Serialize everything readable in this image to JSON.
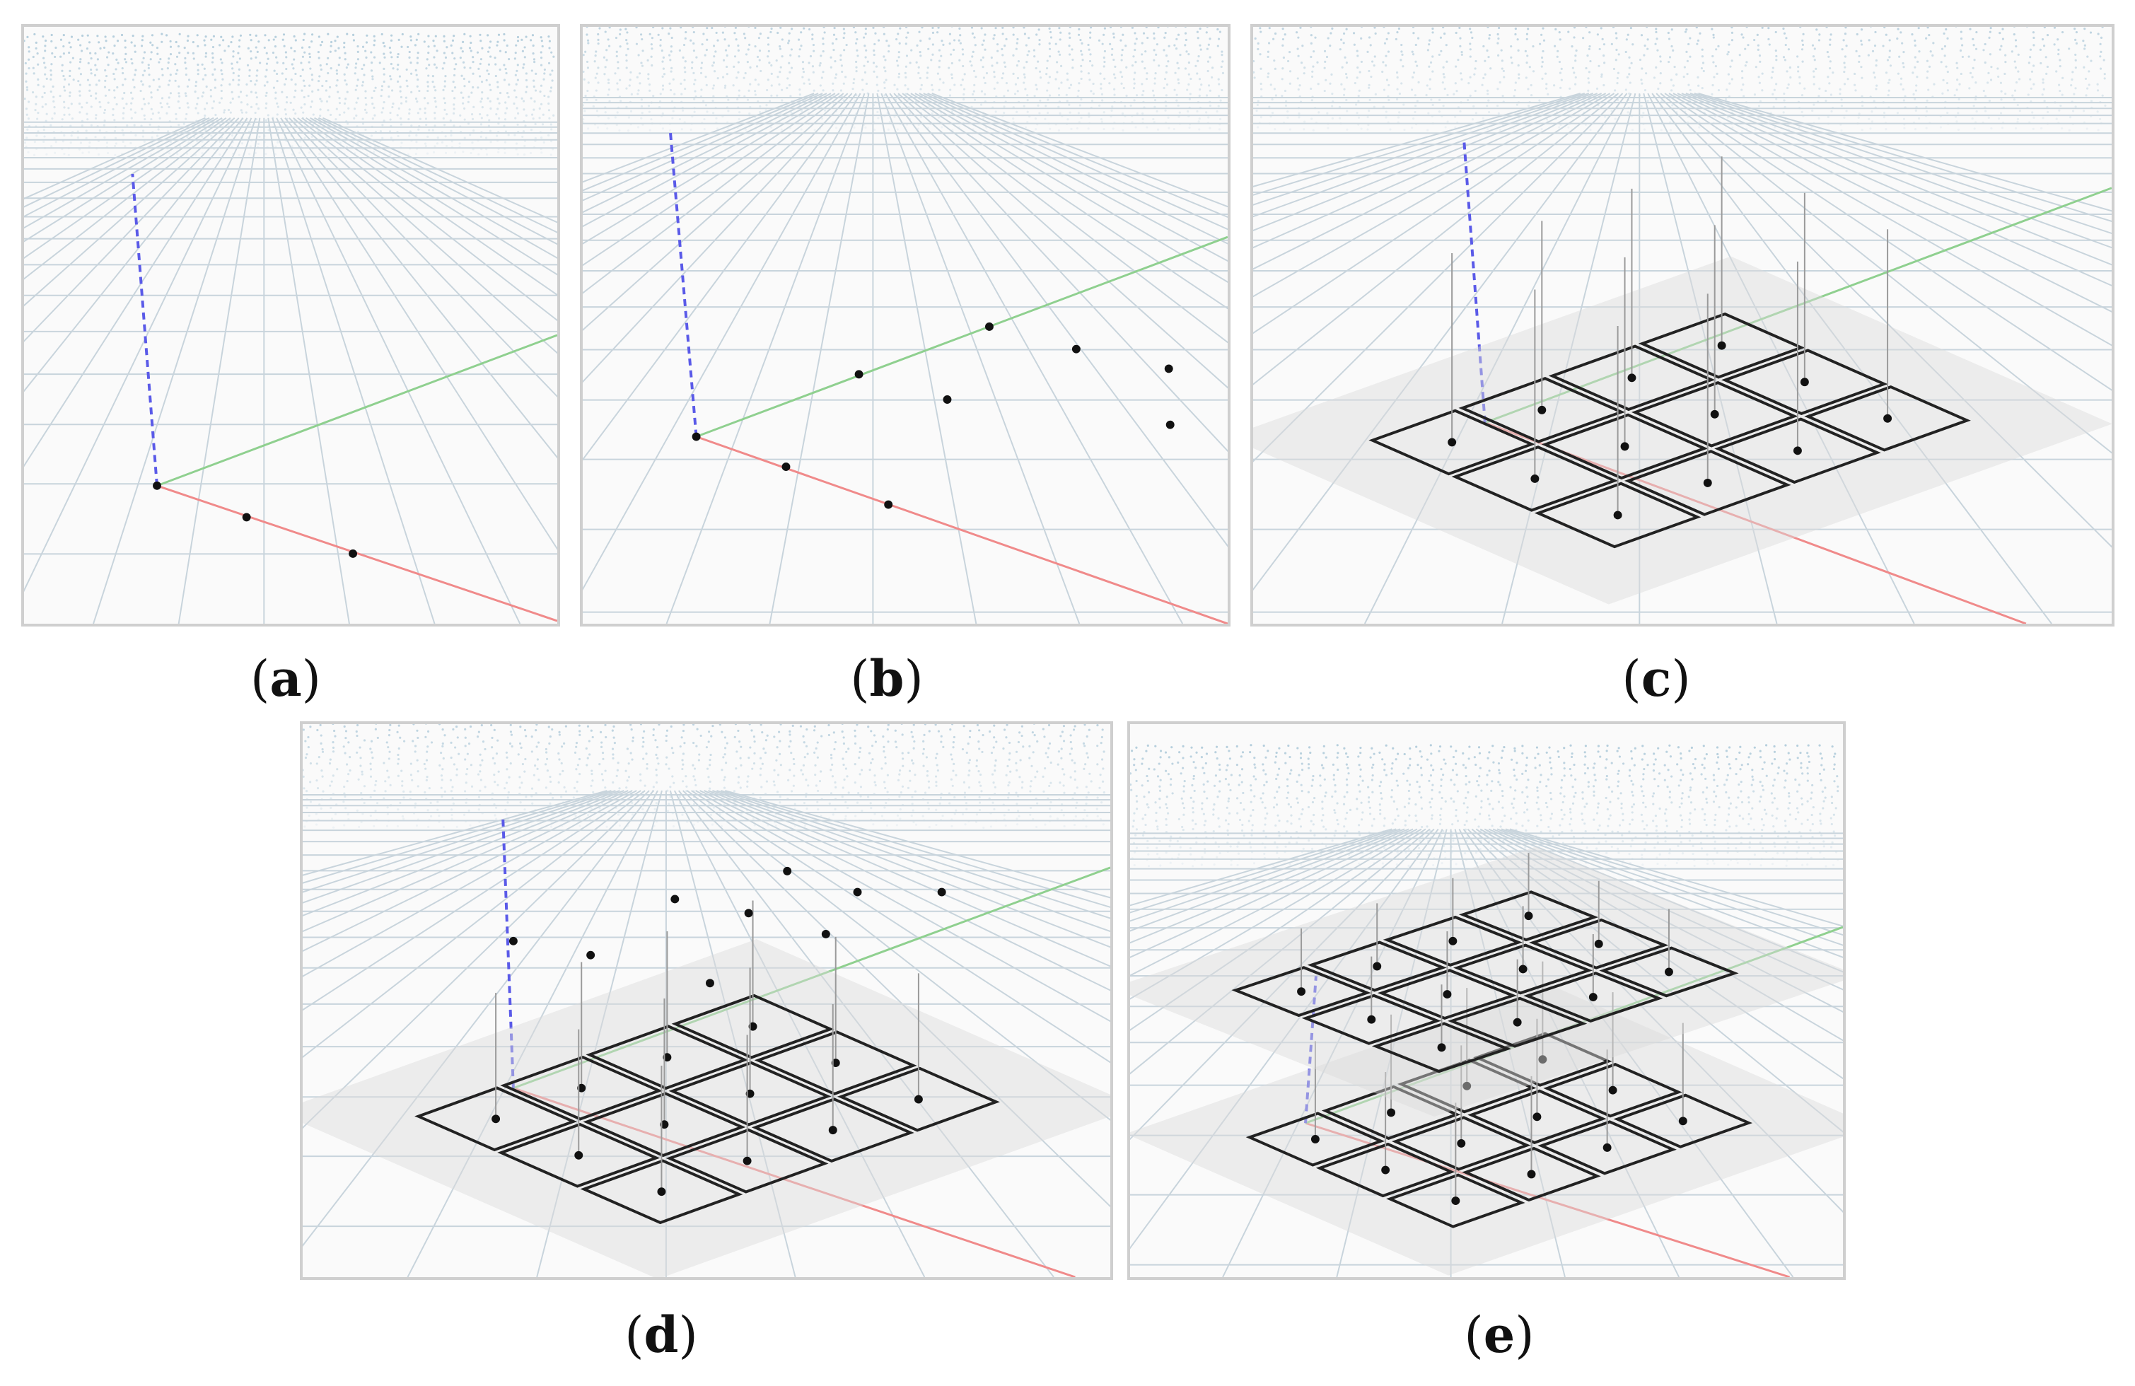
{
  "figure": {
    "panels": [
      {
        "id": "a",
        "caption": "a"
      },
      {
        "id": "b",
        "caption": "b"
      },
      {
        "id": "c",
        "caption": "c"
      },
      {
        "id": "d",
        "caption": "d"
      },
      {
        "id": "e",
        "caption": "e"
      }
    ]
  },
  "colors": {
    "grid": "#c8d4dc",
    "fog": "#9fc0d3",
    "x_axis": "#f08a8a",
    "y_axis": "#8fd08f",
    "z_axis": "#5a5ae8",
    "point": "#111111",
    "frame": "#222222",
    "stem": "#9a9a9a",
    "plane": "#dcdcdc"
  }
}
